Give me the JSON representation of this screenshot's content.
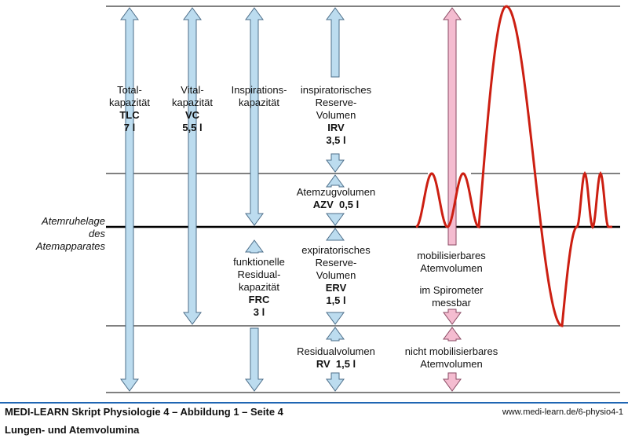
{
  "diagram": {
    "rest_position_label": [
      "Atemruhelage",
      "des Atemapparates"
    ],
    "tlc": {
      "lines": [
        "Total-",
        "kapazität"
      ],
      "abbr": "TLC",
      "value": "7 l"
    },
    "vc": {
      "lines": [
        "Vital-",
        "kapazität"
      ],
      "abbr": "VC",
      "value": "5,5 l"
    },
    "ic": {
      "lines": [
        "Inspirations-",
        "kapazität"
      ]
    },
    "frc": {
      "lines": [
        "funktionelle",
        "Residual-",
        "kapazität"
      ],
      "abbr": "FRC",
      "value": "3 l"
    },
    "irv": {
      "lines": [
        "inspiratorisches",
        "Reserve-",
        "Volumen"
      ],
      "abbr": "IRV",
      "value": "3,5 l"
    },
    "azv": {
      "line": "Atemzugvolumen",
      "value_line": "AZV  0,5 l"
    },
    "erv": {
      "lines": [
        "expiratorisches",
        "Reserve-",
        "Volumen"
      ],
      "abbr": "ERV",
      "value": "1,5 l"
    },
    "rv": {
      "line": "Residualvolumen",
      "value_line": "RV  1,5 l"
    },
    "mobilizable": {
      "lines": [
        "mobilisierbares",
        "Atemvolumen"
      ]
    },
    "spirometer": {
      "lines": [
        "im Spirometer",
        "messbar"
      ]
    },
    "non_mobilizable": {
      "lines": [
        "nicht mobilisierbares",
        "Atemvolumen"
      ]
    }
  },
  "colors": {
    "blue_arrow": "#bcdcef",
    "pink_arrow": "#f4bcd0",
    "curve": "#cc1f12",
    "footer_rule": "#1f66b3"
  },
  "footer": {
    "title": "MEDI-LEARN Skript Physiologie 4 – Abbildung 1 – Seite 4",
    "url": "www.medi-learn.de/6-physio4-1",
    "subtitle": "Lungen- und Atemvolumina"
  }
}
